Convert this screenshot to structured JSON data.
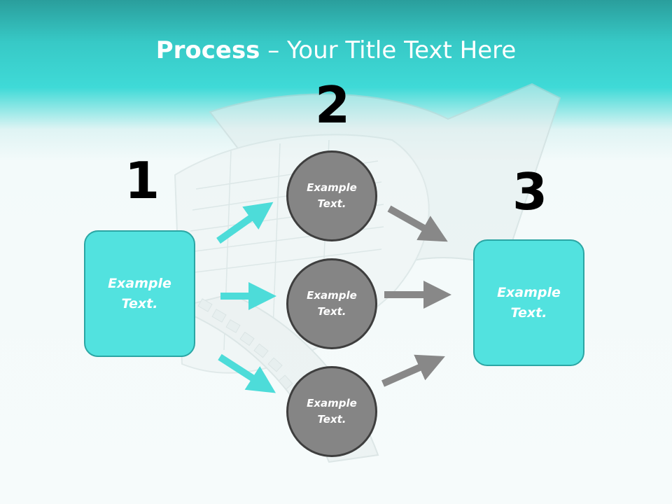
{
  "title": {
    "bold": "Process",
    "rest": " – Your Title Text Here"
  },
  "steps": [
    {
      "number": "1",
      "text": "Example Text."
    },
    {
      "number": "2",
      "text": "Example Text."
    },
    {
      "number": "3",
      "text": "Example Text."
    }
  ],
  "circles": [
    {
      "text": "Example Text."
    },
    {
      "text": "Example Text."
    },
    {
      "text": "Example Text."
    }
  ],
  "colors": {
    "accent": "#52e2df",
    "accent_border": "#2ba6a4",
    "circle": "#858585",
    "arrow_in": "#4ddcd9",
    "arrow_out": "#888888"
  }
}
